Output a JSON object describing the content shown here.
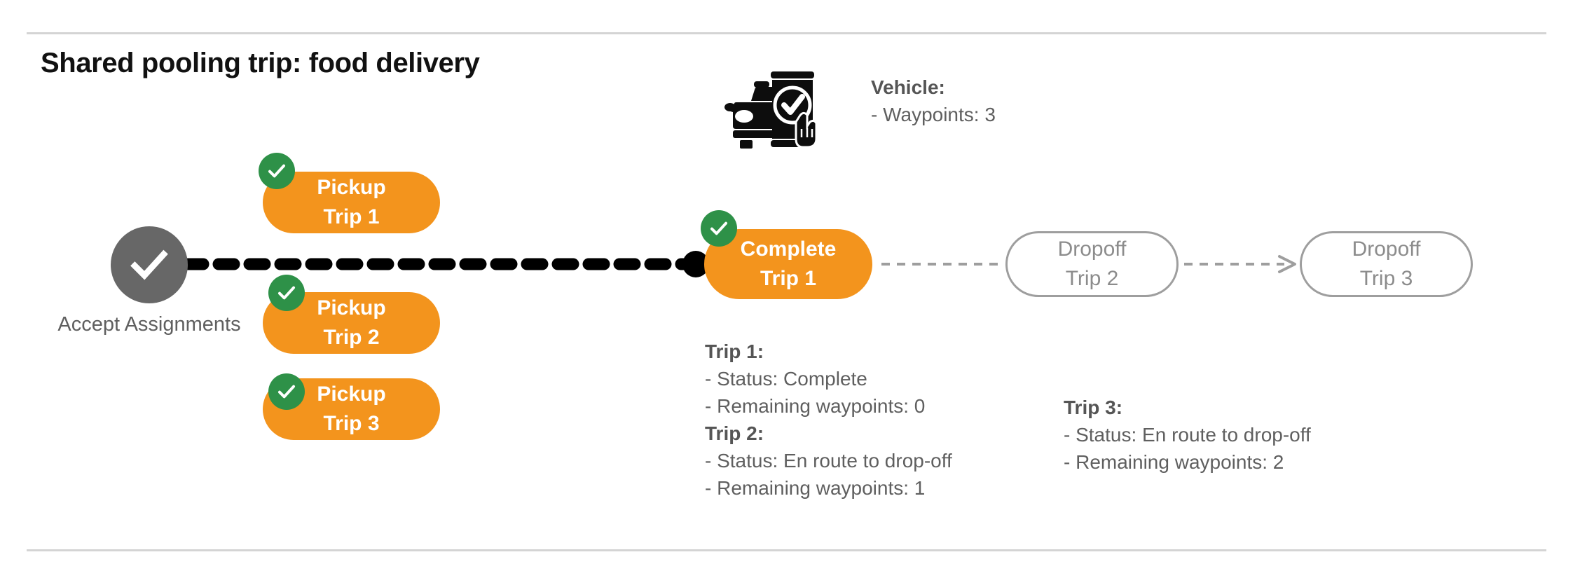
{
  "page": {
    "title": "Shared pooling trip: food delivery",
    "background": "#ffffff",
    "rule_color": "#d4d4d4"
  },
  "colors": {
    "orange": "#F3941D",
    "green": "#2E9148",
    "gray_node": "#676767",
    "gray_text": "#5f5f5f",
    "outline_gray": "#9e9e9e",
    "black": "#000000"
  },
  "flow": {
    "start_node": {
      "icon": "check-circle-icon",
      "label_line1": "Accept",
      "label_line2": "Assignments",
      "state": "done"
    },
    "pickups": [
      {
        "id": "pickup-trip-1",
        "line1": "Pickup",
        "line2": "Trip 1",
        "checked": true
      },
      {
        "id": "pickup-trip-2",
        "line1": "Pickup",
        "line2": "Trip 2",
        "checked": true
      },
      {
        "id": "pickup-trip-3",
        "line1": "Pickup",
        "line2": "Trip 3",
        "checked": true
      }
    ],
    "complete": {
      "id": "complete-trip-1",
      "line1": "Complete",
      "line2": "Trip 1",
      "checked": true
    },
    "dropoffs": [
      {
        "id": "dropoff-trip-2",
        "line1": "Dropoff",
        "line2": "Trip 2",
        "checked": false
      },
      {
        "id": "dropoff-trip-3",
        "line1": "Dropoff",
        "line2": "Trip 3",
        "checked": false
      }
    ]
  },
  "vehicle": {
    "icon": "car-phone-check-icon",
    "heading": "Vehicle",
    "heading_colon": ":",
    "waypoints_line": "- Waypoints: 3",
    "waypoints": 3
  },
  "trip_details": [
    {
      "heading": "Trip 1",
      "heading_colon": ":",
      "status_line": "- Status:  Complete",
      "waypoints_line": "- Remaining waypoints: 0",
      "status": "Complete",
      "remaining_waypoints": 0
    },
    {
      "heading": "Trip 2",
      "heading_colon": ":",
      "status_line": "- Status:  En route to drop-off",
      "waypoints_line": "- Remaining waypoints: 1",
      "status": "En route to drop-off",
      "remaining_waypoints": 1
    },
    {
      "heading": "Trip 3",
      "heading_colon": ":",
      "status_line": "- Status:  En route to drop-off",
      "waypoints_line": "- Remaining waypoints: 2",
      "status": "En route to drop-off",
      "remaining_waypoints": 2
    }
  ]
}
